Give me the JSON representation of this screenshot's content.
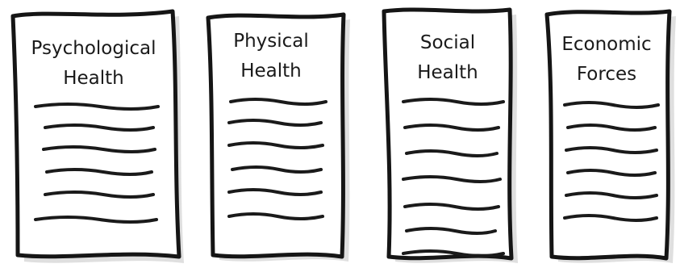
{
  "documents": [
    {
      "title_lines": [
        "Psychological",
        "Health"
      ],
      "text_line_count": 6
    },
    {
      "title_lines": [
        "Physical",
        "Health"
      ],
      "text_line_count": 6
    },
    {
      "title_lines": [
        "Social",
        "Health"
      ],
      "text_line_count": 7
    },
    {
      "title_lines": [
        "Economic",
        "Forces"
      ],
      "text_line_count": 6
    }
  ],
  "colors": {
    "ink": "#1a1a1a",
    "paper": "#ffffff",
    "shadow": "#b9b9b9"
  }
}
